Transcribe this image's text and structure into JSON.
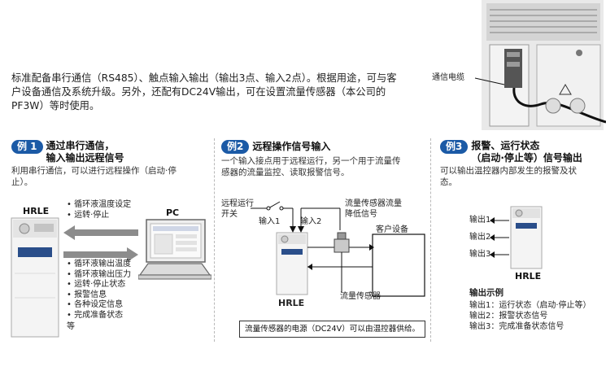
{
  "intro": {
    "line1": "标准配备串行通信（RS485）、触点输入输出（输出3点、输入2点）。根据用途，可与客",
    "line2": "户设备通信及系统升级。另外，还配有DC24V输出，可在设置流量传感器（本公司的",
    "line3": "PF3W）等时使用。"
  },
  "photo": {
    "cable_label": "通信电缆"
  },
  "ex1": {
    "badge": "例 1",
    "title1": "通过串行通信，",
    "title2": "输入输出远程信号",
    "desc1": "利用串行通信，可以进行远程操作（启动·停",
    "desc2": "止）。",
    "unit_label": "HRLE",
    "pc_label": "PC",
    "in_items": [
      "循环液温度设定",
      "运转·停止"
    ],
    "out_items": [
      "循环液输出温度",
      "循环液输出压力",
      "运转·停止状态",
      "报警信息",
      "各种设定信息",
      "完成准备状态"
    ],
    "tail": "等"
  },
  "ex2": {
    "badge": "例2",
    "title": "远程操作信号输入",
    "desc1": "一个输入接点用于远程运行，另一个用于流量传",
    "desc2": "感器的流量监控、读取报警信号。",
    "switch_label1": "远程运行",
    "switch_label2": "开关",
    "input1": "输入1",
    "input2": "输入2",
    "sensor_signal1": "流量传感器流量",
    "sensor_signal2": "降低信号",
    "customer": "客户设备",
    "unit_label": "HRLE",
    "sensor_label": "流量传感器",
    "note": "流量传感器的电源（DC24V）可以由温控器供给。"
  },
  "ex3": {
    "badge": "例3",
    "title1": "报警、运行状态",
    "title2": "（启动·停止等）信号输出",
    "desc1": "可以输出温控器内部发生的报警及状",
    "desc2": "态。",
    "outputs": [
      "输出1",
      "输出2",
      "输出3"
    ],
    "unit_label": "HRLE",
    "example_title": "输出示例",
    "example_items": [
      "输出1：运行状态（启动·停止等）",
      "输出2：报警状态信号",
      "输出3：完成准备状态信号"
    ]
  },
  "colors": {
    "accent": "#1b5aa6",
    "arrow": "#8c8c8c"
  }
}
